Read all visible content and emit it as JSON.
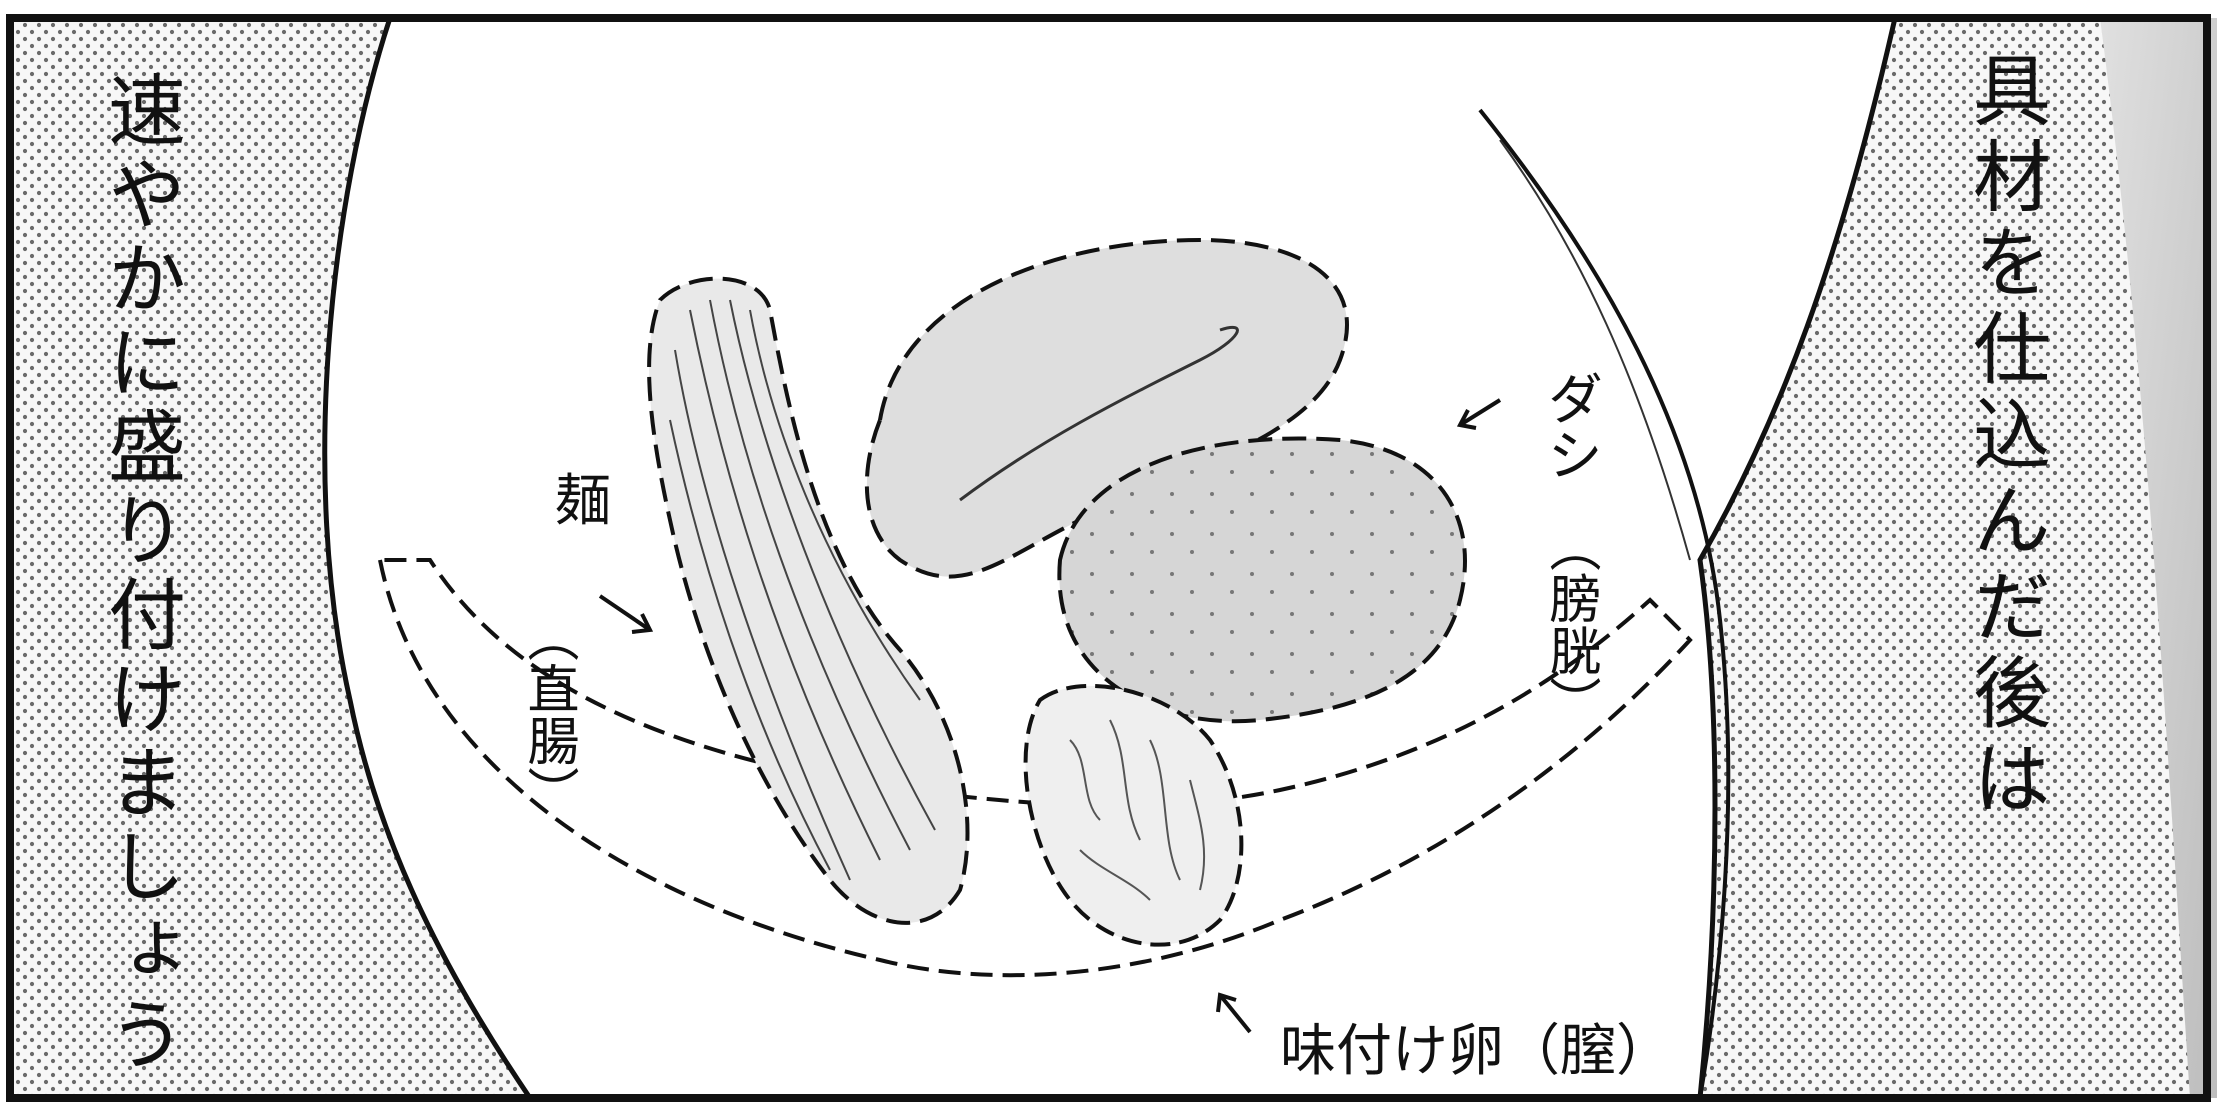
{
  "caption_left": "速やかに盛り付けましょう",
  "caption_right": "具材を仕込んだ後は",
  "labels": {
    "noodles_main": "麺",
    "noodles_paren": "（直腸）",
    "dashi_main": "ダシ",
    "dashi_paren": "（膀胱）",
    "egg": "味付け卵（膣）"
  },
  "colors": {
    "ink": "#111111",
    "screentone": "#d8d8d8",
    "paper": "#ffffff"
  }
}
